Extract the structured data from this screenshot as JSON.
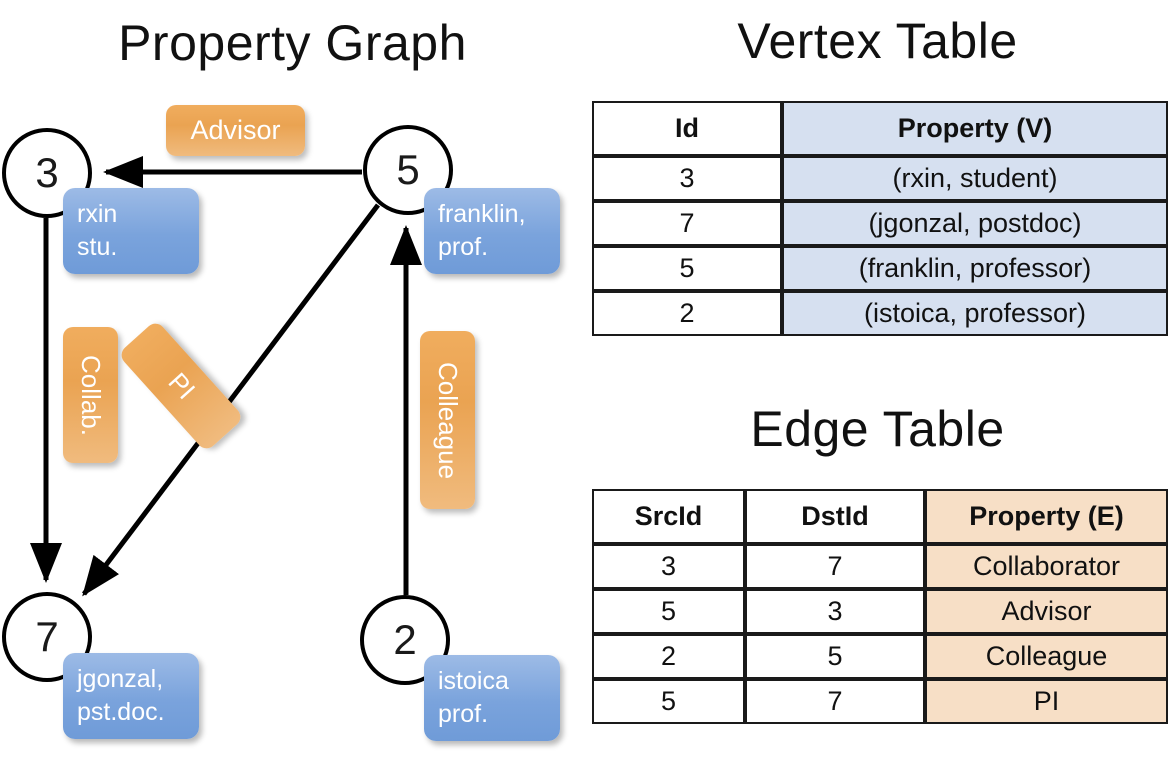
{
  "titles": {
    "property_graph": "Property Graph",
    "vertex_table": "Vertex Table",
    "edge_table": "Edge Table"
  },
  "graph": {
    "vertices": [
      {
        "id": "3",
        "name": "rxin",
        "role": "stu."
      },
      {
        "id": "5",
        "name": "franklin,",
        "role": "prof."
      },
      {
        "id": "7",
        "name": "jgonzal,",
        "role": "pst.doc."
      },
      {
        "id": "2",
        "name": "istoica",
        "role": "prof."
      }
    ],
    "edge_labels": [
      {
        "key": "advisor",
        "text": "Advisor"
      },
      {
        "key": "collab",
        "text": "Collab."
      },
      {
        "key": "pi",
        "text": "PI"
      },
      {
        "key": "colleague",
        "text": "Colleague"
      }
    ]
  },
  "vertex_table": {
    "headers": [
      "Id",
      "Property (V)"
    ],
    "rows": [
      {
        "id": "3",
        "property": "(rxin, student)"
      },
      {
        "id": "7",
        "property": "(jgonzal, postdoc)"
      },
      {
        "id": "5",
        "property": "(franklin, professor)"
      },
      {
        "id": "2",
        "property": "(istoica, professor)"
      }
    ]
  },
  "edge_table": {
    "headers": [
      "SrcId",
      "DstId",
      "Property (E)"
    ],
    "rows": [
      {
        "src": "3",
        "dst": "7",
        "property": "Collaborator"
      },
      {
        "src": "5",
        "dst": "3",
        "property": "Advisor"
      },
      {
        "src": "2",
        "dst": "5",
        "property": "Colleague"
      },
      {
        "src": "5",
        "dst": "7",
        "property": "PI"
      }
    ]
  },
  "colors": {
    "vertex_property_fill": "#d6e0f0",
    "edge_property_fill": "#f7dfc6",
    "node_box_blue": "#7aa3dc",
    "edge_label_orange": "#eaa352",
    "stroke": "#1a1a1a"
  }
}
